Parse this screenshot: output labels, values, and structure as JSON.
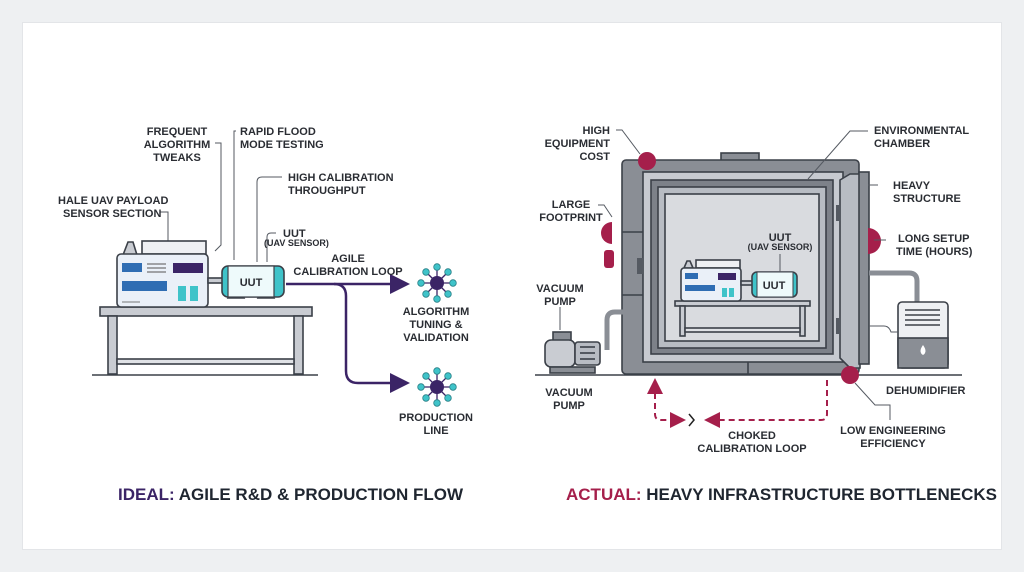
{
  "ideal": {
    "labels": {
      "frequent": [
        "FREQUENT",
        "ALGORITHM",
        "TWEAKS"
      ],
      "rapid": [
        "RAPID FLOOD",
        "MODE TESTING"
      ],
      "throughput": [
        "HIGH CALIBRATION",
        "THROUGHPUT"
      ],
      "payload": [
        "HALE UAV PAYLOAD",
        "SENSOR SECTION"
      ],
      "uut": "UUT",
      "uut_sub": "(UAV SENSOR)",
      "uut_box": "UUT",
      "loop": [
        "AGILE",
        "CALIBRATION LOOP"
      ],
      "algo": [
        "ALGORITHM",
        "TUNING &",
        "VALIDATION"
      ],
      "production": [
        "PRODUCTION",
        "LINE"
      ]
    },
    "title_prefix": "IDEAL:",
    "title": " AGILE R&D & PRODUCTION FLOW"
  },
  "actual": {
    "labels": {
      "cost": [
        "HIGH",
        "EQUIPMENT",
        "COST"
      ],
      "footprint": [
        "LARGE",
        "FOOTPRINT"
      ],
      "vacuum_top": [
        "VACUUM",
        "PUMP"
      ],
      "vacuum_bottom": [
        "VACUUM",
        "PUMP"
      ],
      "chamber": [
        "ENVIRONMENTAL",
        "CHAMBER"
      ],
      "structure": [
        "HEAVY",
        "STRUCTURE"
      ],
      "setup": [
        "LONG SETUP",
        "TIME (HOURS)"
      ],
      "uut": "UUT",
      "uut_sub": "(UAV SENSOR)",
      "uut_box": "UUT",
      "dehumidifier": "DEHUMIDIFIER",
      "efficiency": [
        "LOW ENGINEERING",
        "EFFICIENCY"
      ],
      "choked": [
        "CHOKED",
        "CALIBRATION LOOP"
      ]
    },
    "title_prefix": "ACTUAL:",
    "title": " HEAVY INFRASTRUCTURE BOTTLENECKS"
  },
  "colors": {
    "ideal_accent": "#3b2466",
    "actual_accent": "#a51f4b",
    "teal": "#3fc3c9",
    "blue": "#2f6db3",
    "steel": "#6d7178"
  },
  "icons": [
    "network-node-icon",
    "water-drop-icon",
    "bottleneck-marker-icon"
  ]
}
